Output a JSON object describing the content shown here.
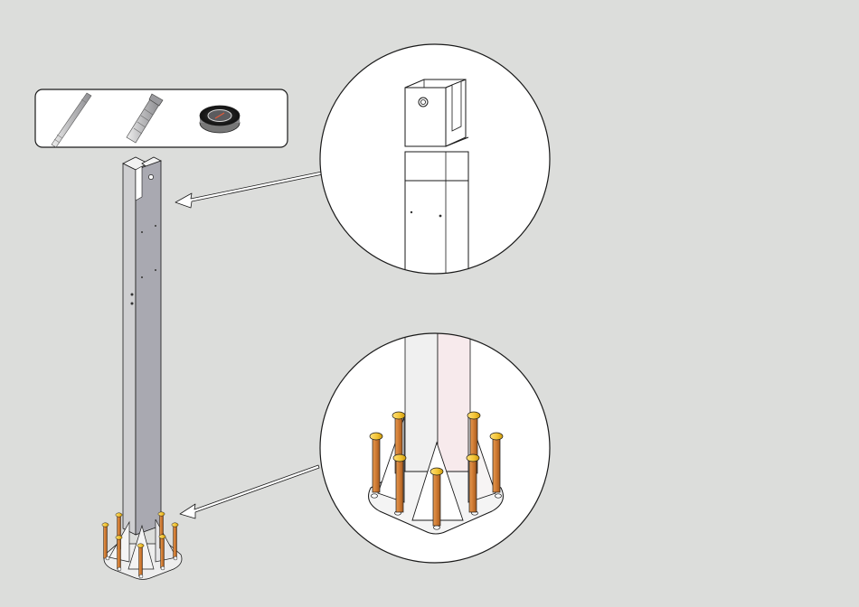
{
  "diagram": {
    "type": "assembly-instruction",
    "colors": {
      "background": "#dcdddb",
      "post_face_light": "#cfcfd1",
      "post_face_dark": "#a9a9b1",
      "bolt_head": "#f2c230",
      "bolt_shank": "#cf7a32",
      "outline": "#1a1a1a",
      "base_plate": "#eeeeee"
    },
    "hardware_box": {
      "items": [
        {
          "name": "threaded-rod",
          "icon": "threaded-rod-icon"
        },
        {
          "name": "anchor-bolt",
          "icon": "anchor-bolt-icon"
        },
        {
          "name": "bearing-ring",
          "icon": "bearing-ring-icon"
        }
      ]
    },
    "main_view": {
      "subject": "steel-post-with-base-plate",
      "anchor_bolt_count": 8
    },
    "callouts": [
      {
        "name": "top-bracket-detail",
        "target": "post-top-clevis"
      },
      {
        "name": "base-plate-detail",
        "target": "post-base-anchors"
      }
    ]
  }
}
